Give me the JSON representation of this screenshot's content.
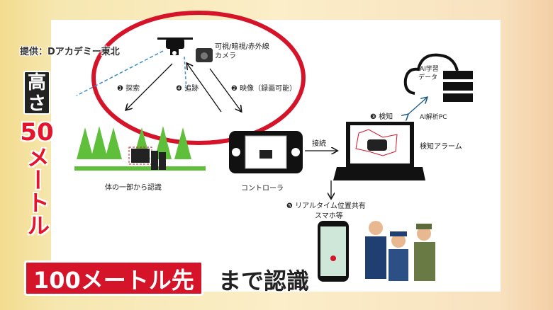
{
  "credit": "提供：Dアカデミー東北",
  "caption": {
    "height_label": "高さ",
    "height_number": "50",
    "height_unit": "メートル",
    "distance": "100メートル先",
    "distance_suffix": "まで認識"
  },
  "diagram": {
    "camera_label_1": "可視/暗視/赤外線",
    "camera_label_2": "カメラ",
    "step1": "❶ 探索",
    "step4": "❹ 追跡",
    "step2": "❷ 映像（録画可能）",
    "step3": "❸ 検知",
    "forest_label": "体の一部から認識",
    "controller_label": "コントローラ",
    "connect_label": "接続",
    "cloud_label_1": "AI学習",
    "cloud_label_2": "データ",
    "pc_label": "AI解析PC",
    "alarm_label": "検知アラーム",
    "step5": "❺ リアルタイム位置共有",
    "phone_label": "スマホ等"
  },
  "colors": {
    "red": "#d5142a",
    "green": "#5fbf3a"
  }
}
